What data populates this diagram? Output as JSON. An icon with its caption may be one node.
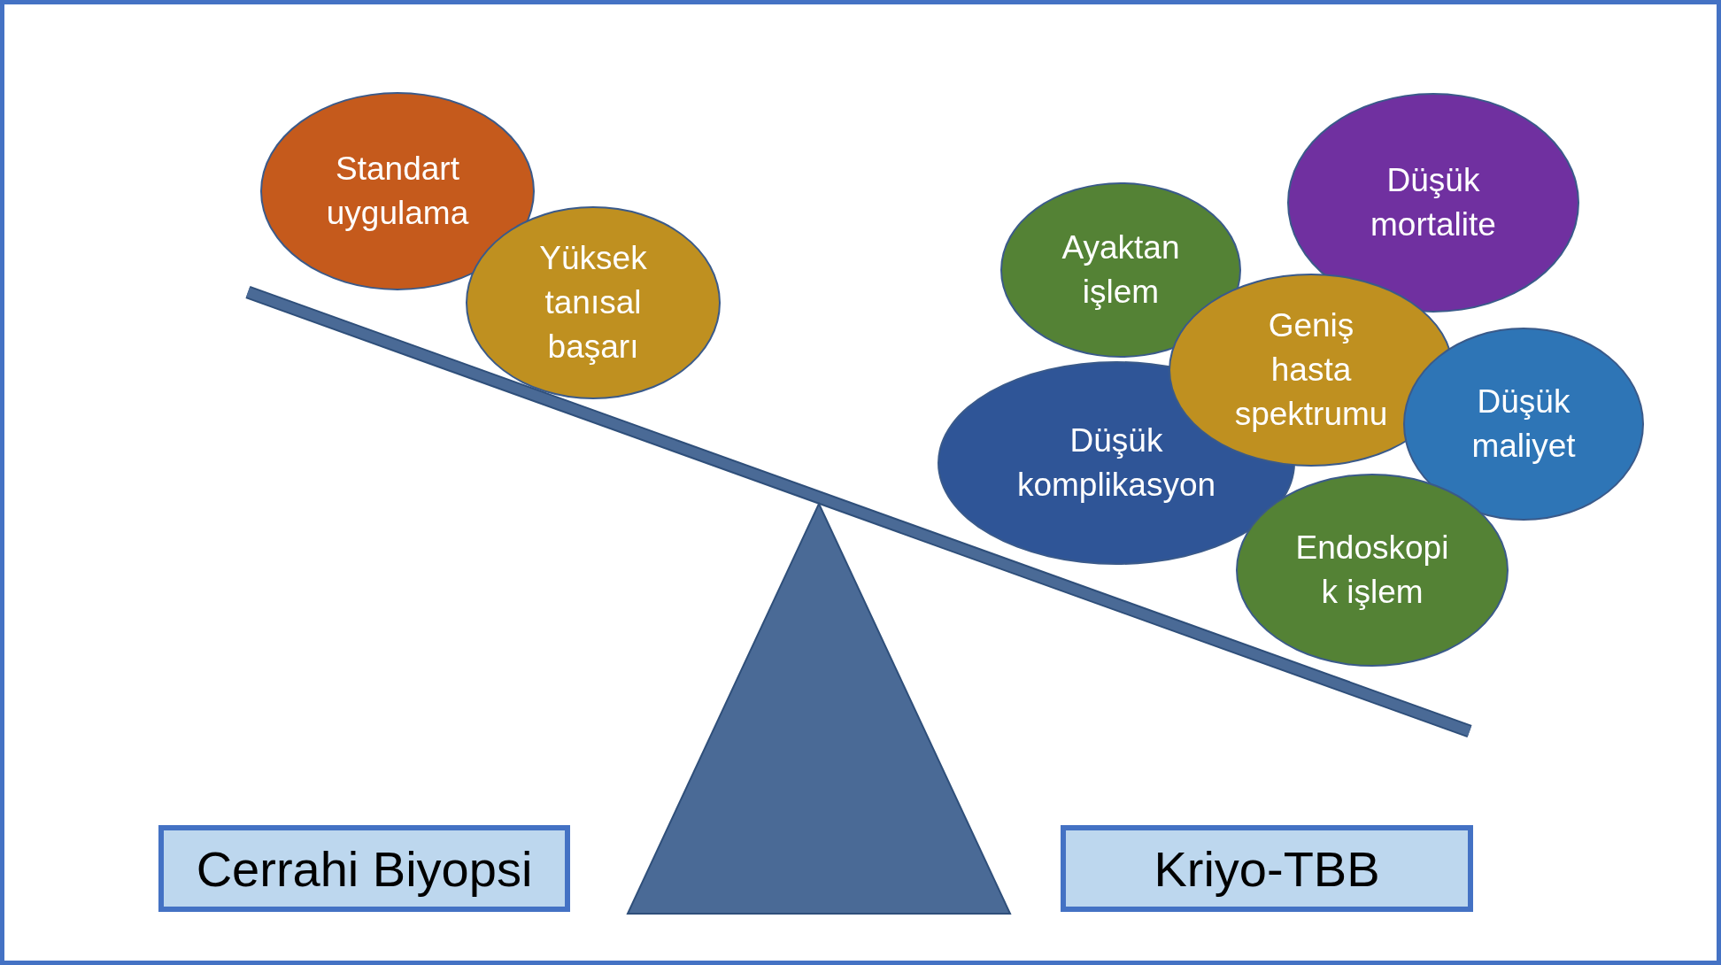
{
  "diagram": {
    "nodes": [
      {
        "text": [
          "Standart uygulama"
        ]
      },
      {
        "text": [
          "Yüksek tanısal başarı"
        ]
      },
      {
        "text": [
          "Düşük mortalite"
        ]
      },
      {
        "text": [
          "Ayaktan işlem"
        ]
      },
      {
        "text": [
          "Geniş hasta spektrumu"
        ]
      },
      {
        "text": [
          "Düşük maliyet"
        ]
      },
      {
        "text": [
          "Düşük komplikasyon"
        ]
      },
      {
        "text": [
          "Endoskopi k işlem"
        ]
      },
      {
        "text": [
          "Cerrahi Biyopsi"
        ]
      },
      {
        "text": [
          "Kriyo-TBB"
        ]
      }
    ],
    "edges": []
  }
}
